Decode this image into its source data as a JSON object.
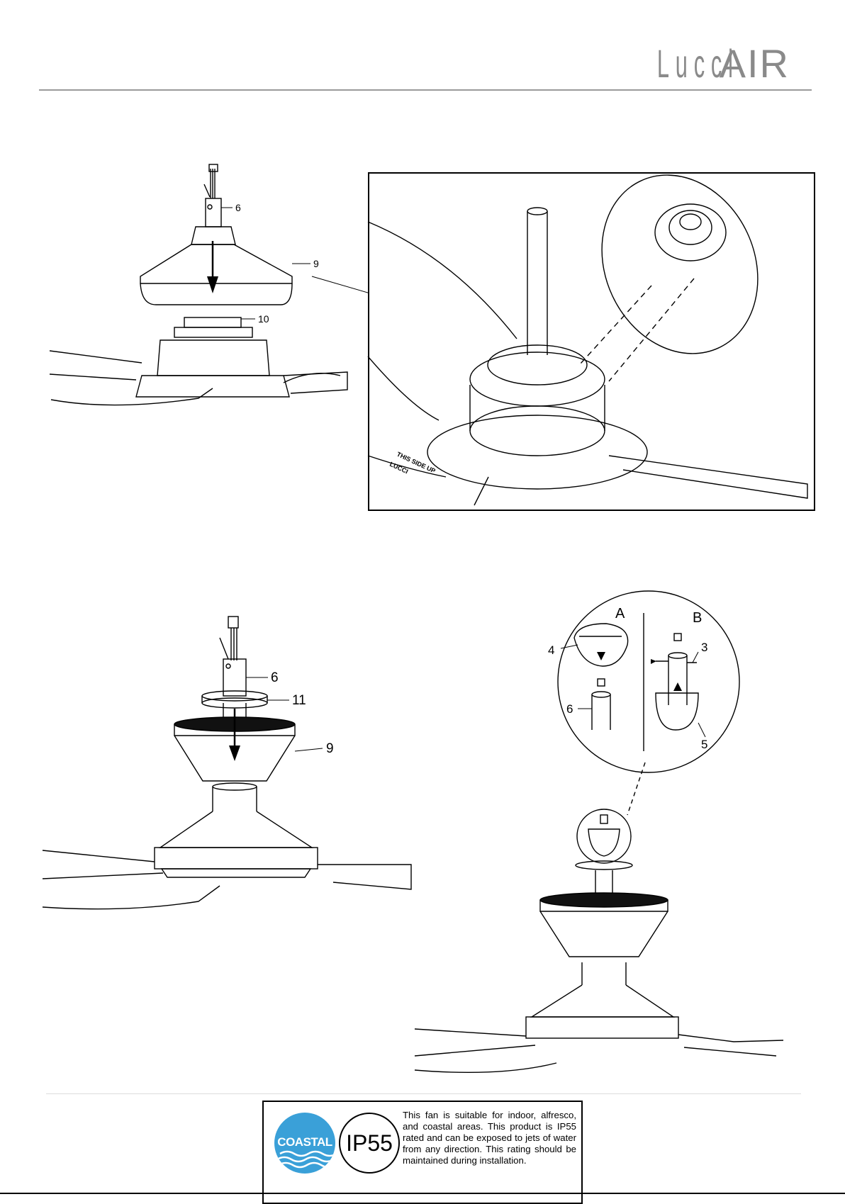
{
  "header": {
    "brand_lucci": "Lucci",
    "brand_air": "AIR"
  },
  "figure_top_left": {
    "callouts": [
      "6",
      "9",
      "10"
    ]
  },
  "figure_top_right": {
    "blade_text": [
      "THIS SIDE UP",
      "LUCCI"
    ]
  },
  "figure_bottom_left": {
    "callouts": [
      "6",
      "11",
      "9"
    ]
  },
  "figure_bottom_right": {
    "panels": [
      "A",
      "B"
    ],
    "callouts": [
      "4",
      "6",
      "3",
      "5"
    ]
  },
  "notice": {
    "coastal_label": "COASTAL",
    "ip_label": "IP55",
    "text": "This fan is suitable for indoor, alfresco, and coastal areas. This product is IP55 rated and can be exposed to jets of water from any direction. This rating should be maintained during installation."
  },
  "colors": {
    "brand_grey": "#8a8a8a",
    "coastal_blue": "#3aa0d8"
  }
}
